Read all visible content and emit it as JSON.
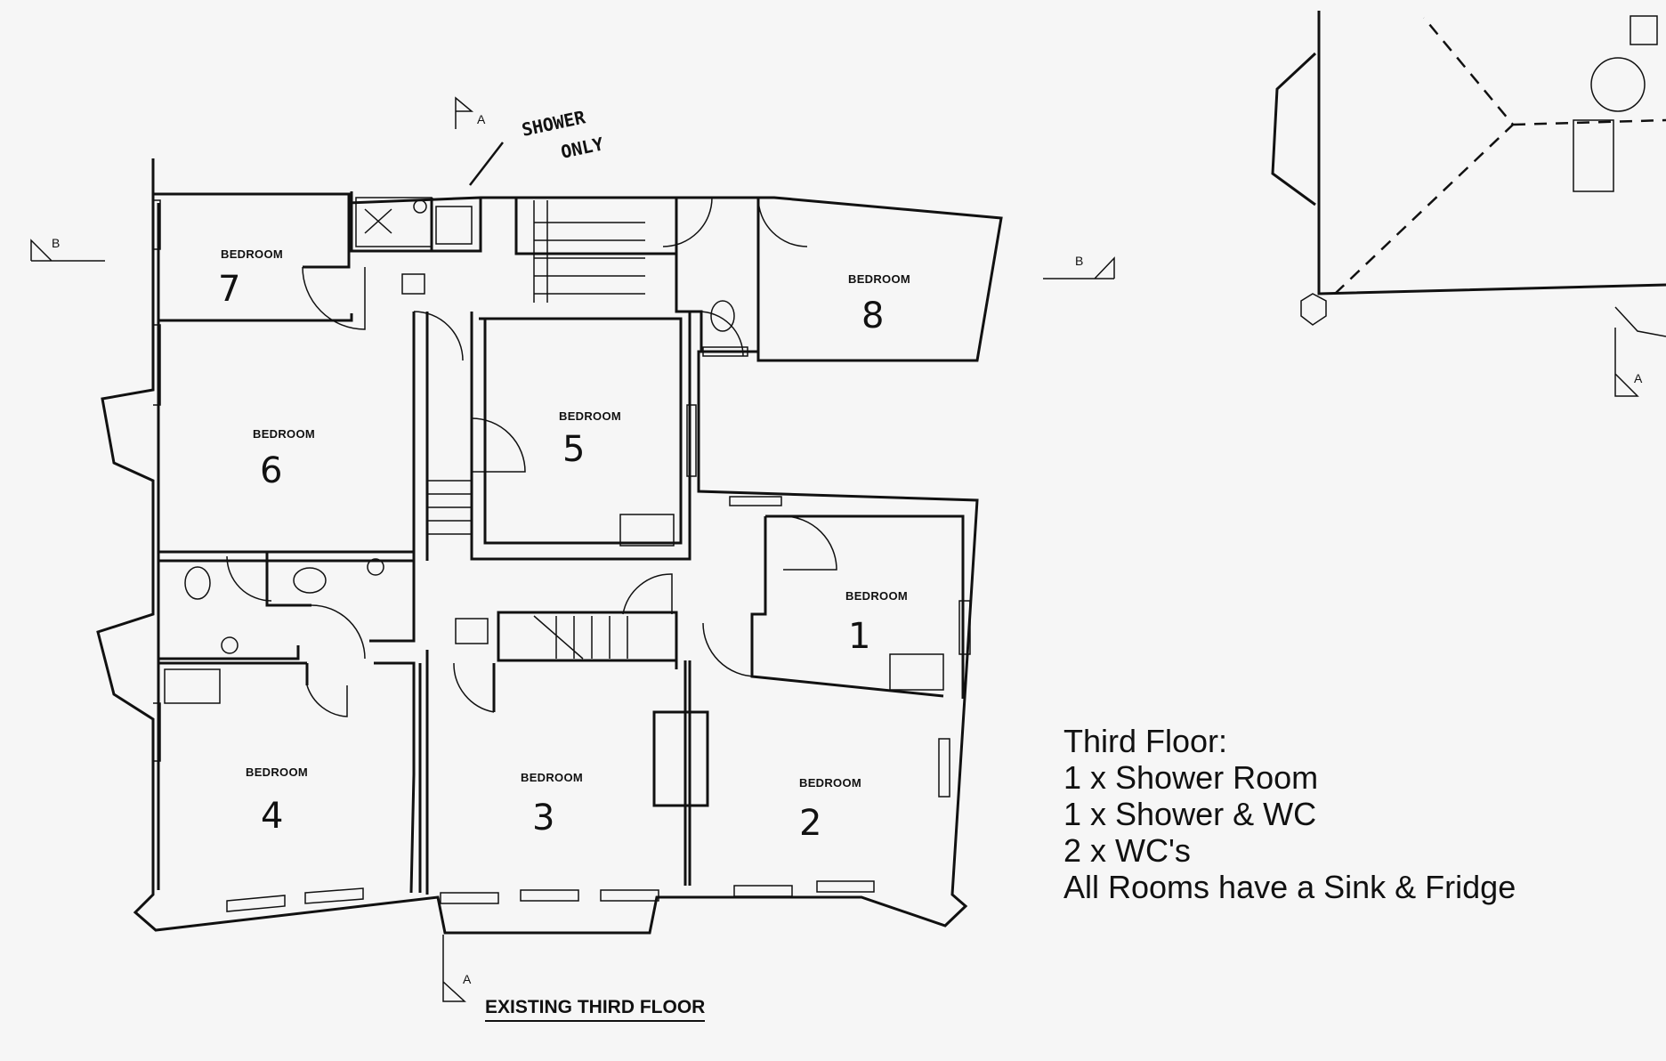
{
  "plan": {
    "title": "EXISTING THIRD FLOOR",
    "handwritten_note": [
      "SHOWER",
      "ONLY"
    ],
    "section_markers": {
      "a": "A",
      "b": "B"
    },
    "rooms": [
      {
        "label": "BEDROOM",
        "number": "7"
      },
      {
        "label": "BEDROOM",
        "number": "8"
      },
      {
        "label": "BEDROOM",
        "number": "6"
      },
      {
        "label": "BEDROOM",
        "number": "5"
      },
      {
        "label": "BEDROOM",
        "number": "1"
      },
      {
        "label": "BEDROOM",
        "number": "4"
      },
      {
        "label": "BEDROOM",
        "number": "3"
      },
      {
        "label": "BEDROOM",
        "number": "2"
      }
    ]
  },
  "notes": {
    "heading": "Third Floor:",
    "lines": [
      "1 x Shower Room",
      "1 x Shower & WC",
      "2 x WC's",
      "All Rooms have a Sink & Fridge"
    ]
  }
}
